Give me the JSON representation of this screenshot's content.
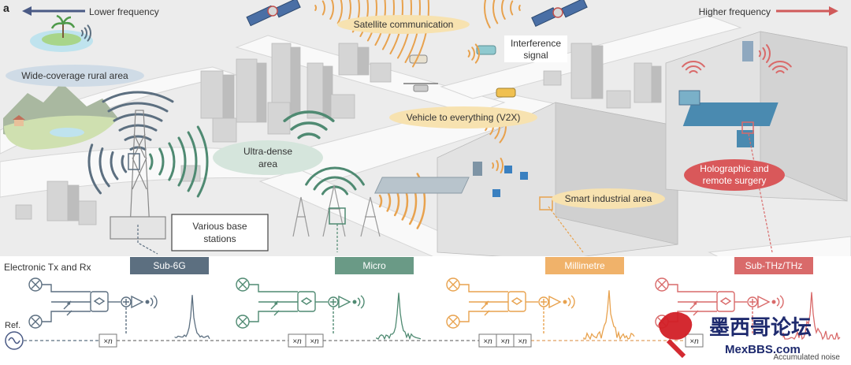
{
  "panel_letter": "a",
  "lower_frequency": "Lower frequency",
  "higher_frequency": "Higher frequency",
  "bubbles": {
    "satellite": "Satellite communication",
    "interference_1": "Interference",
    "interference_2": "signal",
    "rural": "Wide-coverage rural area",
    "v2x": "Vehicle to everything (V2X)",
    "ultra_1": "Ultra-dense",
    "ultra_2": "area",
    "holo_1": "Holographic and",
    "holo_2": "remote surgery",
    "industrial": "Smart industrial area",
    "stations_1": "Various base",
    "stations_2": "stations"
  },
  "bands": [
    {
      "label": "Sub-6G",
      "color": "#5c6f80"
    },
    {
      "label": "Micro",
      "color": "#6a9a86"
    },
    {
      "label": "Millimetre",
      "color": "#f0b26a"
    },
    {
      "label": "Sub-THz/THz",
      "color": "#d96a6a"
    }
  ],
  "electronic_label": "Electronic Tx and Rx",
  "ref_label": "Ref.",
  "multiplier": "×n",
  "noise_label": "Accumulated noise",
  "watermark": {
    "chinese": "墨西哥论坛",
    "site": "MexBBS.com"
  },
  "colors": {
    "arrow_low": "#4a5a85",
    "arrow_high": "#d05a5a",
    "sub6g": "#5c6f80",
    "micro": "#4f8a72",
    "mmwave": "#e8a24e",
    "thz": "#d96a6a"
  }
}
